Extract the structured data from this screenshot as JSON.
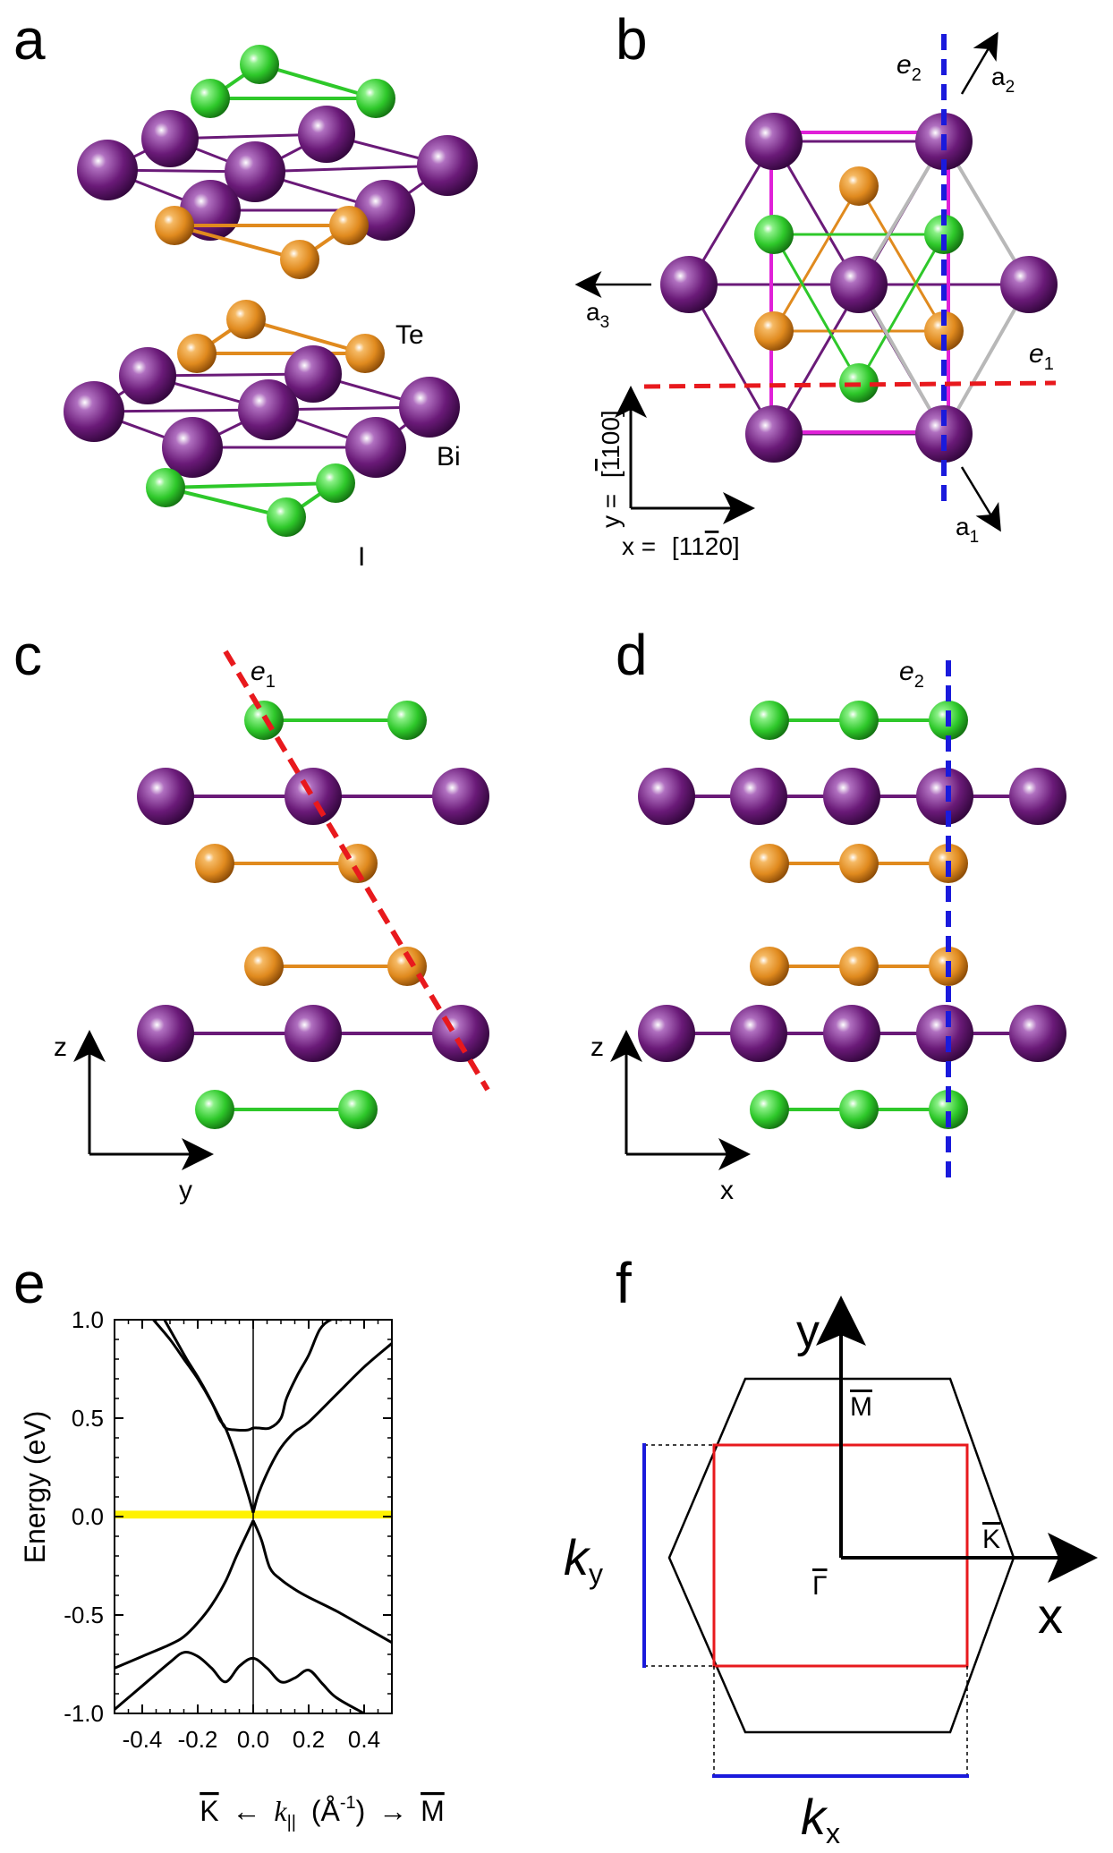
{
  "panels": {
    "a": {
      "label": "a",
      "atom_labels": {
        "te": "Te",
        "bi": "Bi",
        "i": "I"
      }
    },
    "b": {
      "label": "b",
      "vectors": {
        "a1": "a",
        "a1_sub": "1",
        "a2": "a",
        "a2_sub": "2",
        "a3": "a",
        "a3_sub": "3"
      },
      "edges": {
        "e1": "e",
        "e1_sub": "1",
        "e2": "e",
        "e2_sub": "2"
      },
      "axes": {
        "x_prefix": "x = ",
        "x_dir": "[11",
        "x_bar": "2",
        "x_end": "0]",
        "y_prefix": "y = ",
        "y_dir": "[",
        "y_bar": "1",
        "y_end": "100]"
      }
    },
    "c": {
      "label": "c",
      "edge": "e",
      "edge_sub": "1",
      "axes": {
        "vertical": "z",
        "horizontal": "y"
      }
    },
    "d": {
      "label": "d",
      "edge": "e",
      "edge_sub": "2",
      "axes": {
        "vertical": "z",
        "horizontal": "x"
      }
    },
    "e": {
      "label": "e",
      "xlabel_left": "K",
      "xlabel_arrow_l": "←",
      "xlabel_k": "k",
      "xlabel_k_sub": "||",
      "xlabel_units_open": "(Å",
      "xlabel_units_exp": "-1",
      "xlabel_units_close": ")",
      "xlabel_arrow_r": "→",
      "xlabel_right": "M"
    },
    "f": {
      "label": "f",
      "axis_x": "x",
      "axis_y": "y",
      "gamma": "Γ",
      "m_point": "M",
      "k_point": "K",
      "kx": "k",
      "kx_sub": "x",
      "ky": "k",
      "ky_sub": "y"
    }
  },
  "colors": {
    "bi": "#6a1a78",
    "te": "#e08a1e",
    "i": "#2ec82a",
    "e1_line": "#e8191d",
    "e2_line": "#1a1adc",
    "magenta_cell": "#e020d8",
    "gray_cell": "#b8b8b8",
    "fermi_band": "#fff200",
    "bz_rect": "#e8191d",
    "k_bars": "#1a1adc"
  },
  "chart_data": {
    "type": "line",
    "title": "",
    "xlabel": "K ← k|| (Å-1) → M",
    "ylabel": "Energy (eV)",
    "xlim": [
      -0.5,
      0.5
    ],
    "ylim": [
      -1.0,
      1.0
    ],
    "xticks": [
      "-0.4",
      "-0.2",
      "0.0",
      "0.2",
      "0.4"
    ],
    "yticks": [
      "1.0",
      "0.5",
      "0.0",
      "-0.5",
      "-1.0"
    ],
    "x_tick_values": [
      -0.4,
      -0.2,
      0.0,
      0.2,
      0.4
    ],
    "y_tick_values": [
      1.0,
      0.5,
      0.0,
      -0.5,
      -1.0
    ],
    "fermi_highlight": [
      -0.01,
      0.03
    ],
    "series": [
      {
        "x": [
          -0.36,
          -0.3,
          -0.25,
          -0.2,
          -0.15,
          -0.12,
          -0.1,
          -0.06,
          -0.02,
          0.0
        ],
        "y": [
          1.0,
          0.9,
          0.8,
          0.7,
          0.58,
          0.49,
          0.45,
          0.3,
          0.12,
          0.02
        ]
      },
      {
        "x": [
          0.0,
          0.02,
          0.06,
          0.1,
          0.15,
          0.2,
          0.3,
          0.4,
          0.5
        ],
        "y": [
          0.02,
          0.12,
          0.25,
          0.35,
          0.43,
          0.48,
          0.62,
          0.76,
          0.88
        ]
      },
      {
        "x": [
          -0.32,
          -0.28,
          -0.24,
          -0.2,
          -0.16,
          -0.12,
          -0.1,
          -0.06,
          -0.02,
          0.0,
          0.02,
          0.06,
          0.1,
          0.12,
          0.16,
          0.2,
          0.24,
          0.28,
          0.32
        ],
        "y": [
          1.0,
          0.9,
          0.8,
          0.71,
          0.61,
          0.5,
          0.45,
          0.44,
          0.44,
          0.45,
          0.45,
          0.45,
          0.5,
          0.6,
          0.72,
          0.82,
          0.95,
          1.0,
          1.0
        ]
      },
      {
        "x": [
          0.0,
          -0.02,
          -0.06,
          -0.1,
          -0.15,
          -0.2,
          -0.25,
          -0.3,
          -0.4,
          -0.5
        ],
        "y": [
          -0.02,
          -0.08,
          -0.2,
          -0.33,
          -0.45,
          -0.54,
          -0.61,
          -0.65,
          -0.71,
          -0.77
        ]
      },
      {
        "x": [
          0.0,
          0.03,
          0.06,
          0.1,
          0.15,
          0.2,
          0.3,
          0.4,
          0.5
        ],
        "y": [
          -0.02,
          -0.12,
          -0.26,
          -0.32,
          -0.37,
          -0.41,
          -0.48,
          -0.56,
          -0.64
        ]
      },
      {
        "x": [
          -0.5,
          -0.45,
          -0.4,
          -0.3,
          -0.25,
          -0.2,
          -0.15,
          -0.1,
          -0.05,
          0.0,
          0.05,
          0.1,
          0.15,
          0.2,
          0.25,
          0.3,
          0.4
        ],
        "y": [
          -0.98,
          -0.92,
          -0.86,
          -0.74,
          -0.69,
          -0.71,
          -0.77,
          -0.84,
          -0.76,
          -0.72,
          -0.77,
          -0.84,
          -0.82,
          -0.78,
          -0.85,
          -0.92,
          -1.0
        ]
      }
    ]
  }
}
